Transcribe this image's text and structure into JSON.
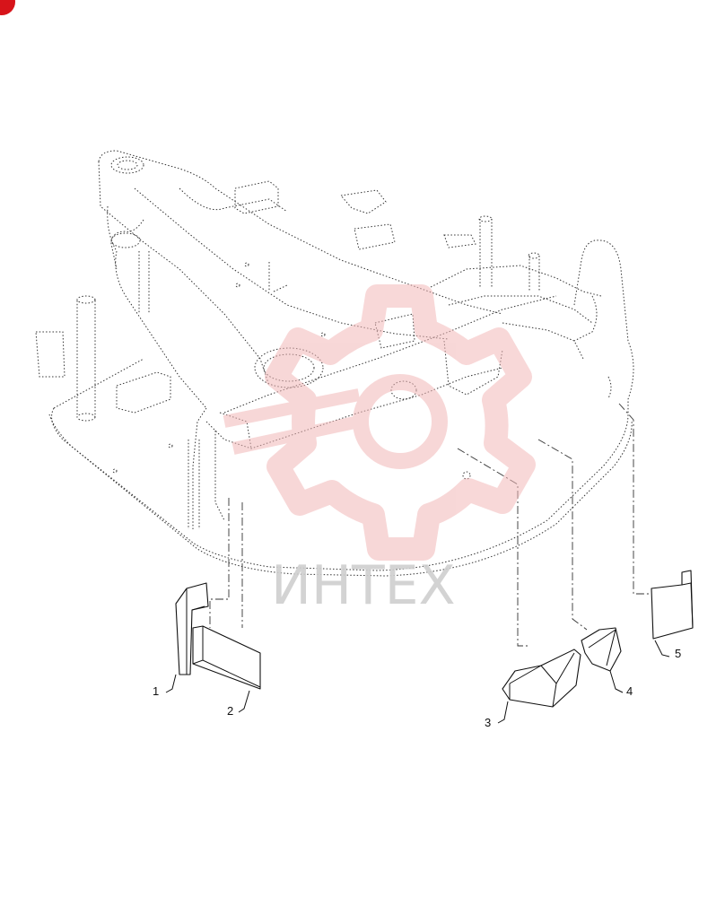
{
  "diagram": {
    "watermark": {
      "text": "ИНТЕХ",
      "color": "#f2b8b8",
      "text_color": "#cfcfcf",
      "icon": "gear-logo-icon"
    },
    "corner_badge_color": "#d7141a",
    "parts": [
      {
        "number": "1"
      },
      {
        "number": "2"
      },
      {
        "number": "3"
      },
      {
        "number": "4"
      },
      {
        "number": "5"
      }
    ]
  }
}
